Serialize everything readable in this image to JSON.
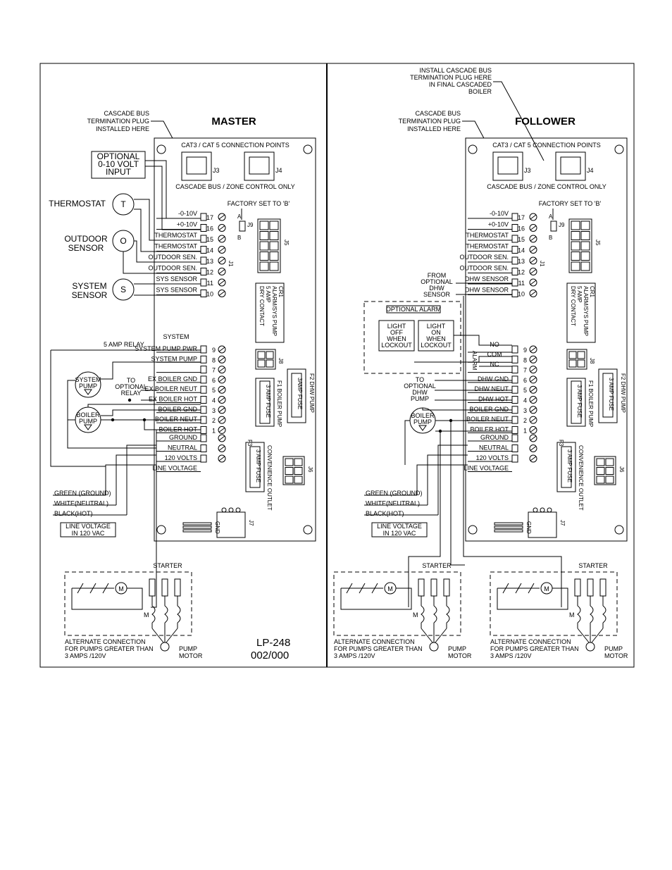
{
  "diagram": {
    "figure_id": "LP-248",
    "figure_rev": "002/000",
    "panels": [
      {
        "key": "master",
        "title": "MASTER",
        "termination_plug_note": [
          "CASCADE BUS",
          "TERMINATION PLUG",
          "INSTALLED HERE"
        ],
        "cat_header": "CAT3 / CAT 5 CONNECTION POINTS",
        "cascade_bus": "CASCADE BUS / ZONE CONTROL ONLY",
        "factory_set": "FACTORY SET TO 'B'",
        "optional_input": [
          "OPTIONAL",
          "0-10 VOLT",
          "INPUT"
        ],
        "devices": {
          "thermostat": "THERMOSTAT",
          "outdoor": [
            "OUTDOOR",
            "SENSOR"
          ],
          "system": [
            "SYSTEM",
            "SENSOR"
          ]
        },
        "j1_terminals": [
          {
            "num": "17",
            "label": "-0-10V"
          },
          {
            "num": "16",
            "label": "+0-10V"
          },
          {
            "num": "15",
            "label": "THERMOSTAT"
          },
          {
            "num": "14",
            "label": "THERMOSTAT"
          },
          {
            "num": "13",
            "label": "OUTDOOR SEN."
          },
          {
            "num": "12",
            "label": "OUTDOOR SEN."
          },
          {
            "num": "11",
            "label": "SYS SENSOR"
          },
          {
            "num": "10",
            "label": "SYS SENSOR"
          }
        ],
        "j2_terminals": [
          {
            "num": "9",
            "label": "SYSTEM PUMP PWR"
          },
          {
            "num": "8",
            "label": "SYSTEM PUMP"
          },
          {
            "num": "7",
            "label": ""
          },
          {
            "num": "6",
            "label": "EX BOILER GND"
          },
          {
            "num": "5",
            "label": "EX BOILER NEUT"
          },
          {
            "num": "4",
            "label": "EX BOILER HOT"
          },
          {
            "num": "3",
            "label": "BOILER GND"
          },
          {
            "num": "2",
            "label": "BOILER NEUT"
          },
          {
            "num": "1",
            "label": "BOILER HOT"
          }
        ],
        "power_terminals": [
          "GROUND",
          "NEUTRAL",
          "120 VOLTS",
          "LINE VOLTAGE"
        ],
        "relay_note": "5 AMP RELAY",
        "system_pwr_top": "SYSTEM",
        "pumps": {
          "system": [
            "SYSTEM",
            "PUMP"
          ],
          "boiler": [
            "BOILER",
            "PUMP"
          ]
        },
        "to_relay": [
          "TO",
          "OPTIONAL",
          "RELAY"
        ],
        "cr1": [
          "CR1",
          "ALARM/SYS PUMP",
          "5 AMP",
          "DRY CONTACT"
        ],
        "fuses": {
          "f1": "F1 BOILER PUMP",
          "f1_val": "3 AMP FUSE",
          "f2": "F2 DHW PUMP",
          "f2_val": "3AMP FUSE",
          "f3": "F3",
          "f3_val": "3 AMP FUSE",
          "conv": "CONVENIENCE OUTLET"
        },
        "conn": {
          "j3": "J3",
          "j4": "J4",
          "j5": "J5",
          "j6": "J6",
          "j7": "J7",
          "j8": "J8",
          "j9": "J9",
          "j1": "J1",
          "gnd": "GND"
        },
        "wires": [
          "GREEN (GROUND)",
          "WHITE(NEUTRAL)",
          "BLACK(HOT)"
        ],
        "line_voltage": [
          "LINE VOLTAGE",
          "IN 120 VAC"
        ],
        "starter": "STARTER",
        "m": "M",
        "alternate": [
          "ALTERNATE CONNECTION",
          "FOR PUMPS GREATER THAN",
          "3 AMPS /120V"
        ],
        "pump_motor": [
          "PUMP",
          "MOTOR"
        ]
      },
      {
        "key": "follower",
        "title": "FOLLOWER",
        "install_note": [
          "INSTALL CASCADE BUS",
          "TERMINATION PLUG HERE",
          "IN FINAL CASCADED",
          "BOILER"
        ],
        "termination_plug_note": [
          "CASCADE BUS",
          "TERMINATION PLUG",
          "INSTALLED HERE"
        ],
        "cat_header": "CAT3 / CAT 5 CONNECTION POINTS",
        "cascade_bus": "CASCADE BUS / ZONE CONTROL ONLY",
        "factory_set": "FACTORY SET TO 'B'",
        "j1_terminals": [
          {
            "num": "17",
            "label": "-0-10V"
          },
          {
            "num": "16",
            "label": "+0-10V"
          },
          {
            "num": "15",
            "label": "THERMOSTAT"
          },
          {
            "num": "14",
            "label": "THERMOSTAT"
          },
          {
            "num": "13",
            "label": "OUTDOOR SEN."
          },
          {
            "num": "12",
            "label": "OUTDOOR SEN."
          },
          {
            "num": "11",
            "label": "DHW SENSOR"
          },
          {
            "num": "10",
            "label": "DHW SENSOR"
          }
        ],
        "dhw_from": [
          "FROM",
          "OPTIONAL",
          "DHW",
          "SENSOR"
        ],
        "optional_alarm": "OPTIONAL ALARM",
        "light_off": [
          "LIGHT",
          "OFF",
          "WHEN",
          "LOCKOUT"
        ],
        "light_on": [
          "LIGHT",
          "ON",
          "WHEN",
          "LOCKOUT"
        ],
        "alarm_side": "ALARM",
        "alarm_terms": [
          "NO",
          "COM",
          "NC"
        ],
        "j2_terminals": [
          {
            "num": "9",
            "label": ""
          },
          {
            "num": "8",
            "label": ""
          },
          {
            "num": "7",
            "label": ""
          },
          {
            "num": "6",
            "label": "DHW GND"
          },
          {
            "num": "5",
            "label": "DHW NEUT"
          },
          {
            "num": "4",
            "label": "DHW HOT"
          },
          {
            "num": "3",
            "label": "BOILER GND"
          },
          {
            "num": "2",
            "label": "BOILER NEUT"
          },
          {
            "num": "1",
            "label": "BOILER HOT"
          }
        ],
        "to_dhw": [
          "TO",
          "OPTIONAL",
          "DHW",
          "PUMP"
        ],
        "power_terminals": [
          "GROUND",
          "NEUTRAL",
          "120 VOLTS",
          "LINE VOLTAGE"
        ],
        "pumps": {
          "boiler": [
            "BOILER",
            "PUMP"
          ]
        },
        "cr1": [
          "CR1",
          "ALARM/SYS PUMP",
          "5 AMP",
          "DRY CONTACT"
        ],
        "fuses": {
          "f1": "F1 BOILER PUMP",
          "f1_val": "3 AMP FUSE",
          "f2": "F2 DHW PUMP",
          "f2_val": "3 AMP FUSE",
          "f3": "F3",
          "f3_val": "3 AMP FUSE",
          "conv": "CONVENIENCE OUTLET"
        },
        "conn": {
          "j3": "J3",
          "j4": "J4",
          "j5": "J5",
          "j6": "J6",
          "j7": "J7",
          "j8": "J8",
          "j9": "J9",
          "j1": "J1",
          "gnd": "GND"
        },
        "wires": [
          "GREEN (GROUND)",
          "WHITE(NEUTRAL)",
          "BLACK(HOT)"
        ],
        "line_voltage": [
          "LINE VOLTAGE",
          "IN 120 VAC"
        ],
        "starter": "STARTER",
        "m": "M",
        "alternate": [
          "ALTERNATE CONNECTION",
          "FOR PUMPS GREATER THAN",
          "3 AMPS /120V"
        ],
        "pump_motor": [
          "PUMP",
          "MOTOR"
        ]
      }
    ]
  }
}
